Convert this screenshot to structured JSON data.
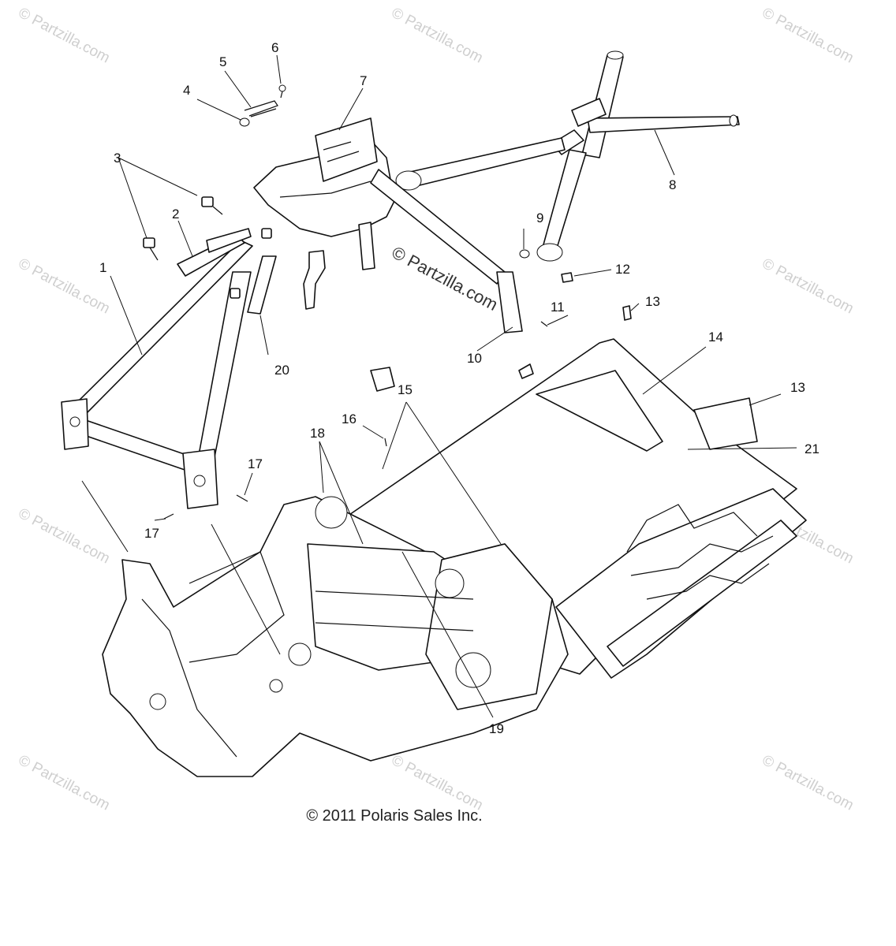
{
  "watermarks": [
    "© Partzilla.com",
    "© Partzilla.com",
    "© Partzilla.com",
    "© Partzilla.com",
    "© Partzilla.com",
    "© Partzilla.com",
    "© Partzilla.com",
    "© Partzilla.com",
    "© Partzilla.com",
    "© Partzilla.com"
  ],
  "center_watermark": "© Partzilla.com",
  "callouts": [
    "1",
    "2",
    "3",
    "4",
    "5",
    "6",
    "7",
    "8",
    "9",
    "10",
    "11",
    "12",
    "13",
    "13",
    "14",
    "15",
    "16",
    "17",
    "17",
    "18",
    "19",
    "20",
    "21"
  ],
  "copyright": "© 2011 Polaris Sales Inc."
}
